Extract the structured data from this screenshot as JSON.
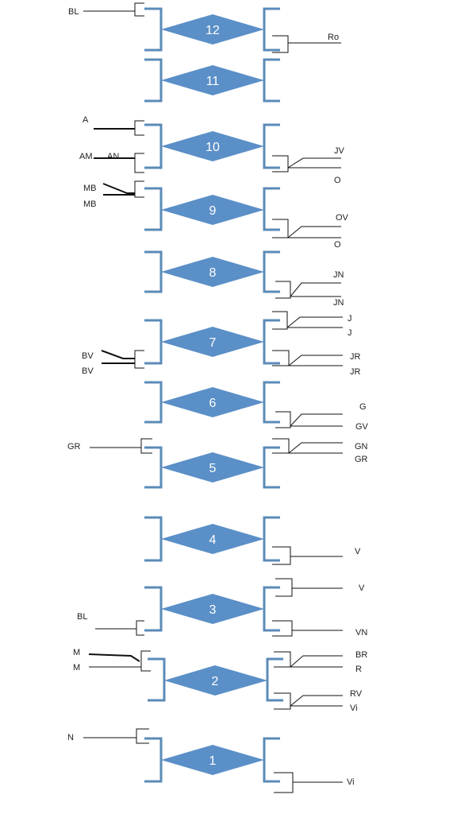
{
  "colors": {
    "bracket": "#5b8bb8",
    "diamond": "#5b8fc7",
    "wire": "#111111",
    "number_text": "#ffffff",
    "label_text": "#222222"
  },
  "rows": [
    {
      "number": "12",
      "left_labels": [
        "BL"
      ],
      "right_labels": [
        "Ro"
      ]
    },
    {
      "number": "11",
      "left_labels": [],
      "right_labels": []
    },
    {
      "number": "10",
      "left_labels": [
        "A",
        "AM",
        "AN"
      ],
      "right_labels": [
        "JV",
        "O"
      ]
    },
    {
      "number": "9",
      "left_labels": [
        "MB",
        "MB"
      ],
      "right_labels": [
        "OV",
        "O"
      ]
    },
    {
      "number": "8",
      "left_labels": [],
      "right_labels": [
        "JN",
        "JN"
      ]
    },
    {
      "number": "7",
      "left_labels": [
        "BV",
        "BV"
      ],
      "right_labels": [
        "J",
        "J",
        "JR",
        "JR"
      ]
    },
    {
      "number": "6",
      "left_labels": [],
      "right_labels": [
        "G",
        "GV"
      ]
    },
    {
      "number": "5",
      "left_labels": [
        "GR"
      ],
      "right_labels": [
        "GN",
        "GR"
      ]
    },
    {
      "number": "4",
      "left_labels": [],
      "right_labels": [
        "V"
      ]
    },
    {
      "number": "3",
      "left_labels": [
        "BL"
      ],
      "right_labels": [
        "V",
        "VN"
      ]
    },
    {
      "number": "2",
      "left_labels": [
        "M",
        "M"
      ],
      "right_labels": [
        "BR",
        "R",
        "RV",
        "Vi"
      ]
    },
    {
      "number": "1",
      "left_labels": [
        "N"
      ],
      "right_labels": [
        "Vi"
      ]
    }
  ]
}
